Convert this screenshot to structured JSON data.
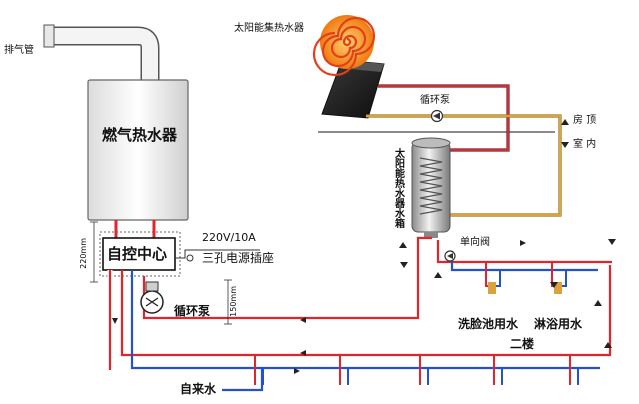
{
  "labels": {
    "exhaust_pipe": "排气管",
    "gas_water_heater": "燃气热水器",
    "solar_collector": "太阳能集热水器",
    "circulation_pump_roof": "循环泵",
    "roof_top": "房 顶",
    "indoor": "室 内",
    "solar_tank": "太阳能热水器水箱",
    "control_center": "自控中心",
    "power_spec": "220V/10A",
    "power_socket": "三孔电源插座",
    "circulation_pump": "循环泵",
    "check_valve": "单向阀",
    "washbasin": "洗脸池用水",
    "shower": "淋浴用水",
    "second_floor": "二楼",
    "tap_water": "自来水",
    "dim_220": "220mm",
    "dim_150": "150mm"
  },
  "colors": {
    "hot": "#e0262c",
    "cold": "#2452c8",
    "solar_loop": "#d8a23c",
    "pipe_white": "#ffffff",
    "heater_body": "#ffffff",
    "collector_orange": "#f08a1a",
    "panel_dark": "#1a1a1a"
  },
  "icons": {
    "arrow": "arrowhead-icon",
    "pump": "pump-icon",
    "valve": "check-valve-icon",
    "coil": "coil-icon"
  }
}
